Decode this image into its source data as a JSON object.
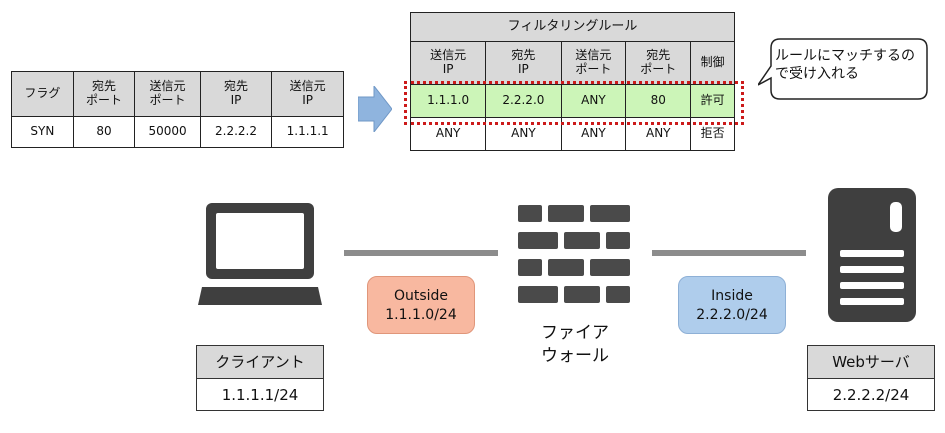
{
  "packet": {
    "headers": [
      "フラグ",
      "宛先\nポート",
      "送信元\nポート",
      "宛先\nIP",
      "送信元\nIP"
    ],
    "values": [
      "SYN",
      "80",
      "50000",
      "2.2.2.2",
      "1.1.1.1"
    ]
  },
  "rules": {
    "title": "フィルタリングルール",
    "headers": [
      "送信元\nIP",
      "宛先\nIP",
      "送信元\nポート",
      "宛先\nポート",
      "制御"
    ],
    "rows": [
      [
        "1.1.1.0",
        "2.2.2.0",
        "ANY",
        "80",
        "許可"
      ],
      [
        "ANY",
        "ANY",
        "ANY",
        "ANY",
        "拒否"
      ]
    ]
  },
  "callout": "ルールにマッチするので受け入れる",
  "outside": {
    "name": "Outside",
    "net": "1.1.1.0/24"
  },
  "inside": {
    "name": "Inside",
    "net": "2.2.2.0/24"
  },
  "firewall": {
    "label": "ファイア\nウォール",
    "icon": "firewall-icon"
  },
  "client": {
    "title": "クライアント",
    "ip": "1.1.1.1/24",
    "icon": "laptop-icon"
  },
  "server": {
    "title": "Webサーバ",
    "ip": "2.2.2.2/24",
    "icon": "server-icon"
  },
  "colors": {
    "match_row": "#ccf5b8",
    "outside": "#f8b8a0",
    "inside": "#afcdec",
    "highlight": "#cc1a1a",
    "arrow": "#8fb4de"
  }
}
